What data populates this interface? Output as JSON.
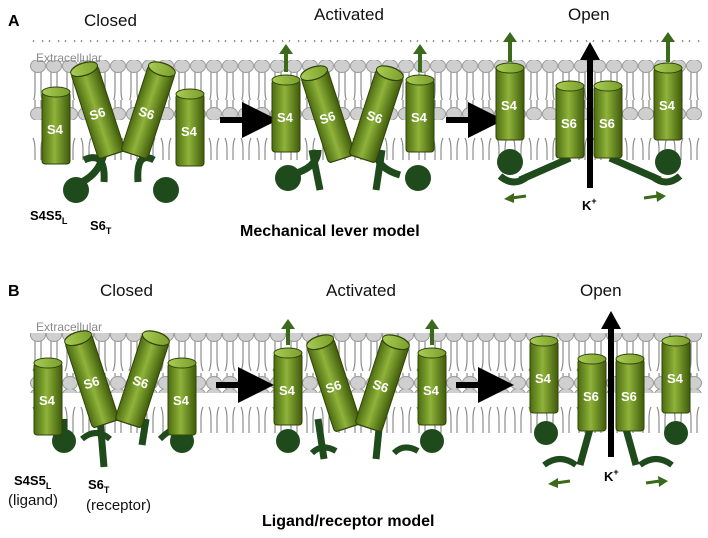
{
  "colors": {
    "helix_light": "#8fb33a",
    "helix_mid": "#6a8c1e",
    "helix_dark": "#3f5b0a",
    "linker": "#1f4a1b",
    "lipid_head": "#cfcfcf",
    "lipid_edge": "#9a9a9a",
    "arrow_green": "#3a6a1a",
    "arrow_black": "#000000"
  },
  "panels": [
    {
      "letter": "A",
      "states": {
        "closed": "Closed",
        "activated": "Activated",
        "open": "Open"
      },
      "extracellular": "Extracellular",
      "helix_s4": "S4",
      "helix_s6": "S6",
      "ion": "K",
      "ion_charge": "+",
      "s4s5_main": "S4S5",
      "s4s5_sub": "L",
      "s6t_main": "S6",
      "s6t_sub": "T",
      "model_title": "Mechanical lever model"
    },
    {
      "letter": "B",
      "states": {
        "closed": "Closed",
        "activated": "Activated",
        "open": "Open"
      },
      "extracellular": "Extracellular",
      "helix_s4": "S4",
      "helix_s6": "S6",
      "ion": "K",
      "ion_charge": "+",
      "s4s5_main": "S4S5",
      "s4s5_sub": "L",
      "s6t_main": "S6",
      "s6t_sub": "T",
      "ligand_note": "(ligand)",
      "receptor_note": "(receptor)",
      "model_title": "Ligand/receptor model"
    }
  ]
}
